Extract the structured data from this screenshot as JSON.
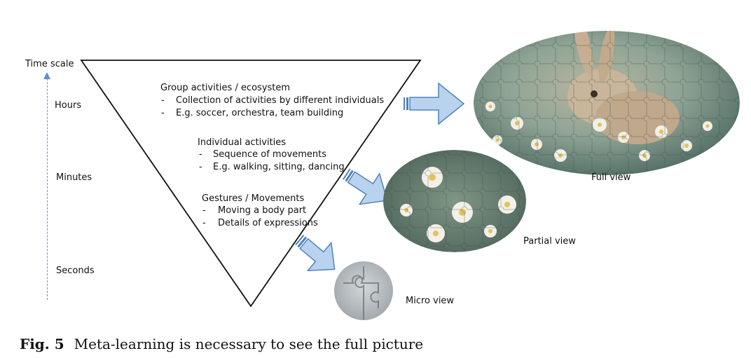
{
  "time_axis": {
    "title": "Time scale",
    "levels": [
      "Hours",
      "Minutes",
      "Seconds"
    ]
  },
  "levels": [
    {
      "heading": "Group activities / ecosystem",
      "items": [
        "Collection of activities by different individuals",
        "E.g. soccer, orchestra, team building"
      ]
    },
    {
      "heading": "Individual activities",
      "items": [
        "Sequence of movements",
        "E.g. walking, sitting, dancing"
      ]
    },
    {
      "heading": "Gestures / Movements",
      "items": [
        "Moving a body part",
        "Details of expressions"
      ]
    }
  ],
  "views": {
    "full": "Full view",
    "partial": "Partial view",
    "micro": "Micro view"
  },
  "caption": {
    "number": "Fig. 5",
    "text": "Meta-learning is necessary to see the full picture"
  },
  "colors": {
    "arrow_fill": "#b9d3ee",
    "arrow_stroke": "#4f81bd",
    "axis": "#5b8fd0"
  }
}
